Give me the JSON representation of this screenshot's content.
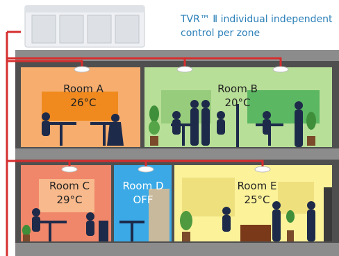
{
  "caption": "TVR™ Ⅱ individual independent control per zone",
  "rooms": [
    {
      "name": "Room A",
      "value": "26°C",
      "color": "#f7ad6e"
    },
    {
      "name": "Room B",
      "value": "20°C",
      "color": "#b8df98"
    },
    {
      "name": "Room C",
      "value": "29°C",
      "color": "#f0876a"
    },
    {
      "name": "Room D",
      "value": "OFF",
      "color": "#3aa9e6"
    },
    {
      "name": "Room E",
      "value": "25°C",
      "color": "#fbf29a"
    }
  ],
  "colors": {
    "wiring": "#d62e2e",
    "building": "#4f4f4f",
    "floor_slab": "#8c8c8c",
    "caption": "#2a7fb8",
    "silhouette": "#1d2a4a"
  }
}
